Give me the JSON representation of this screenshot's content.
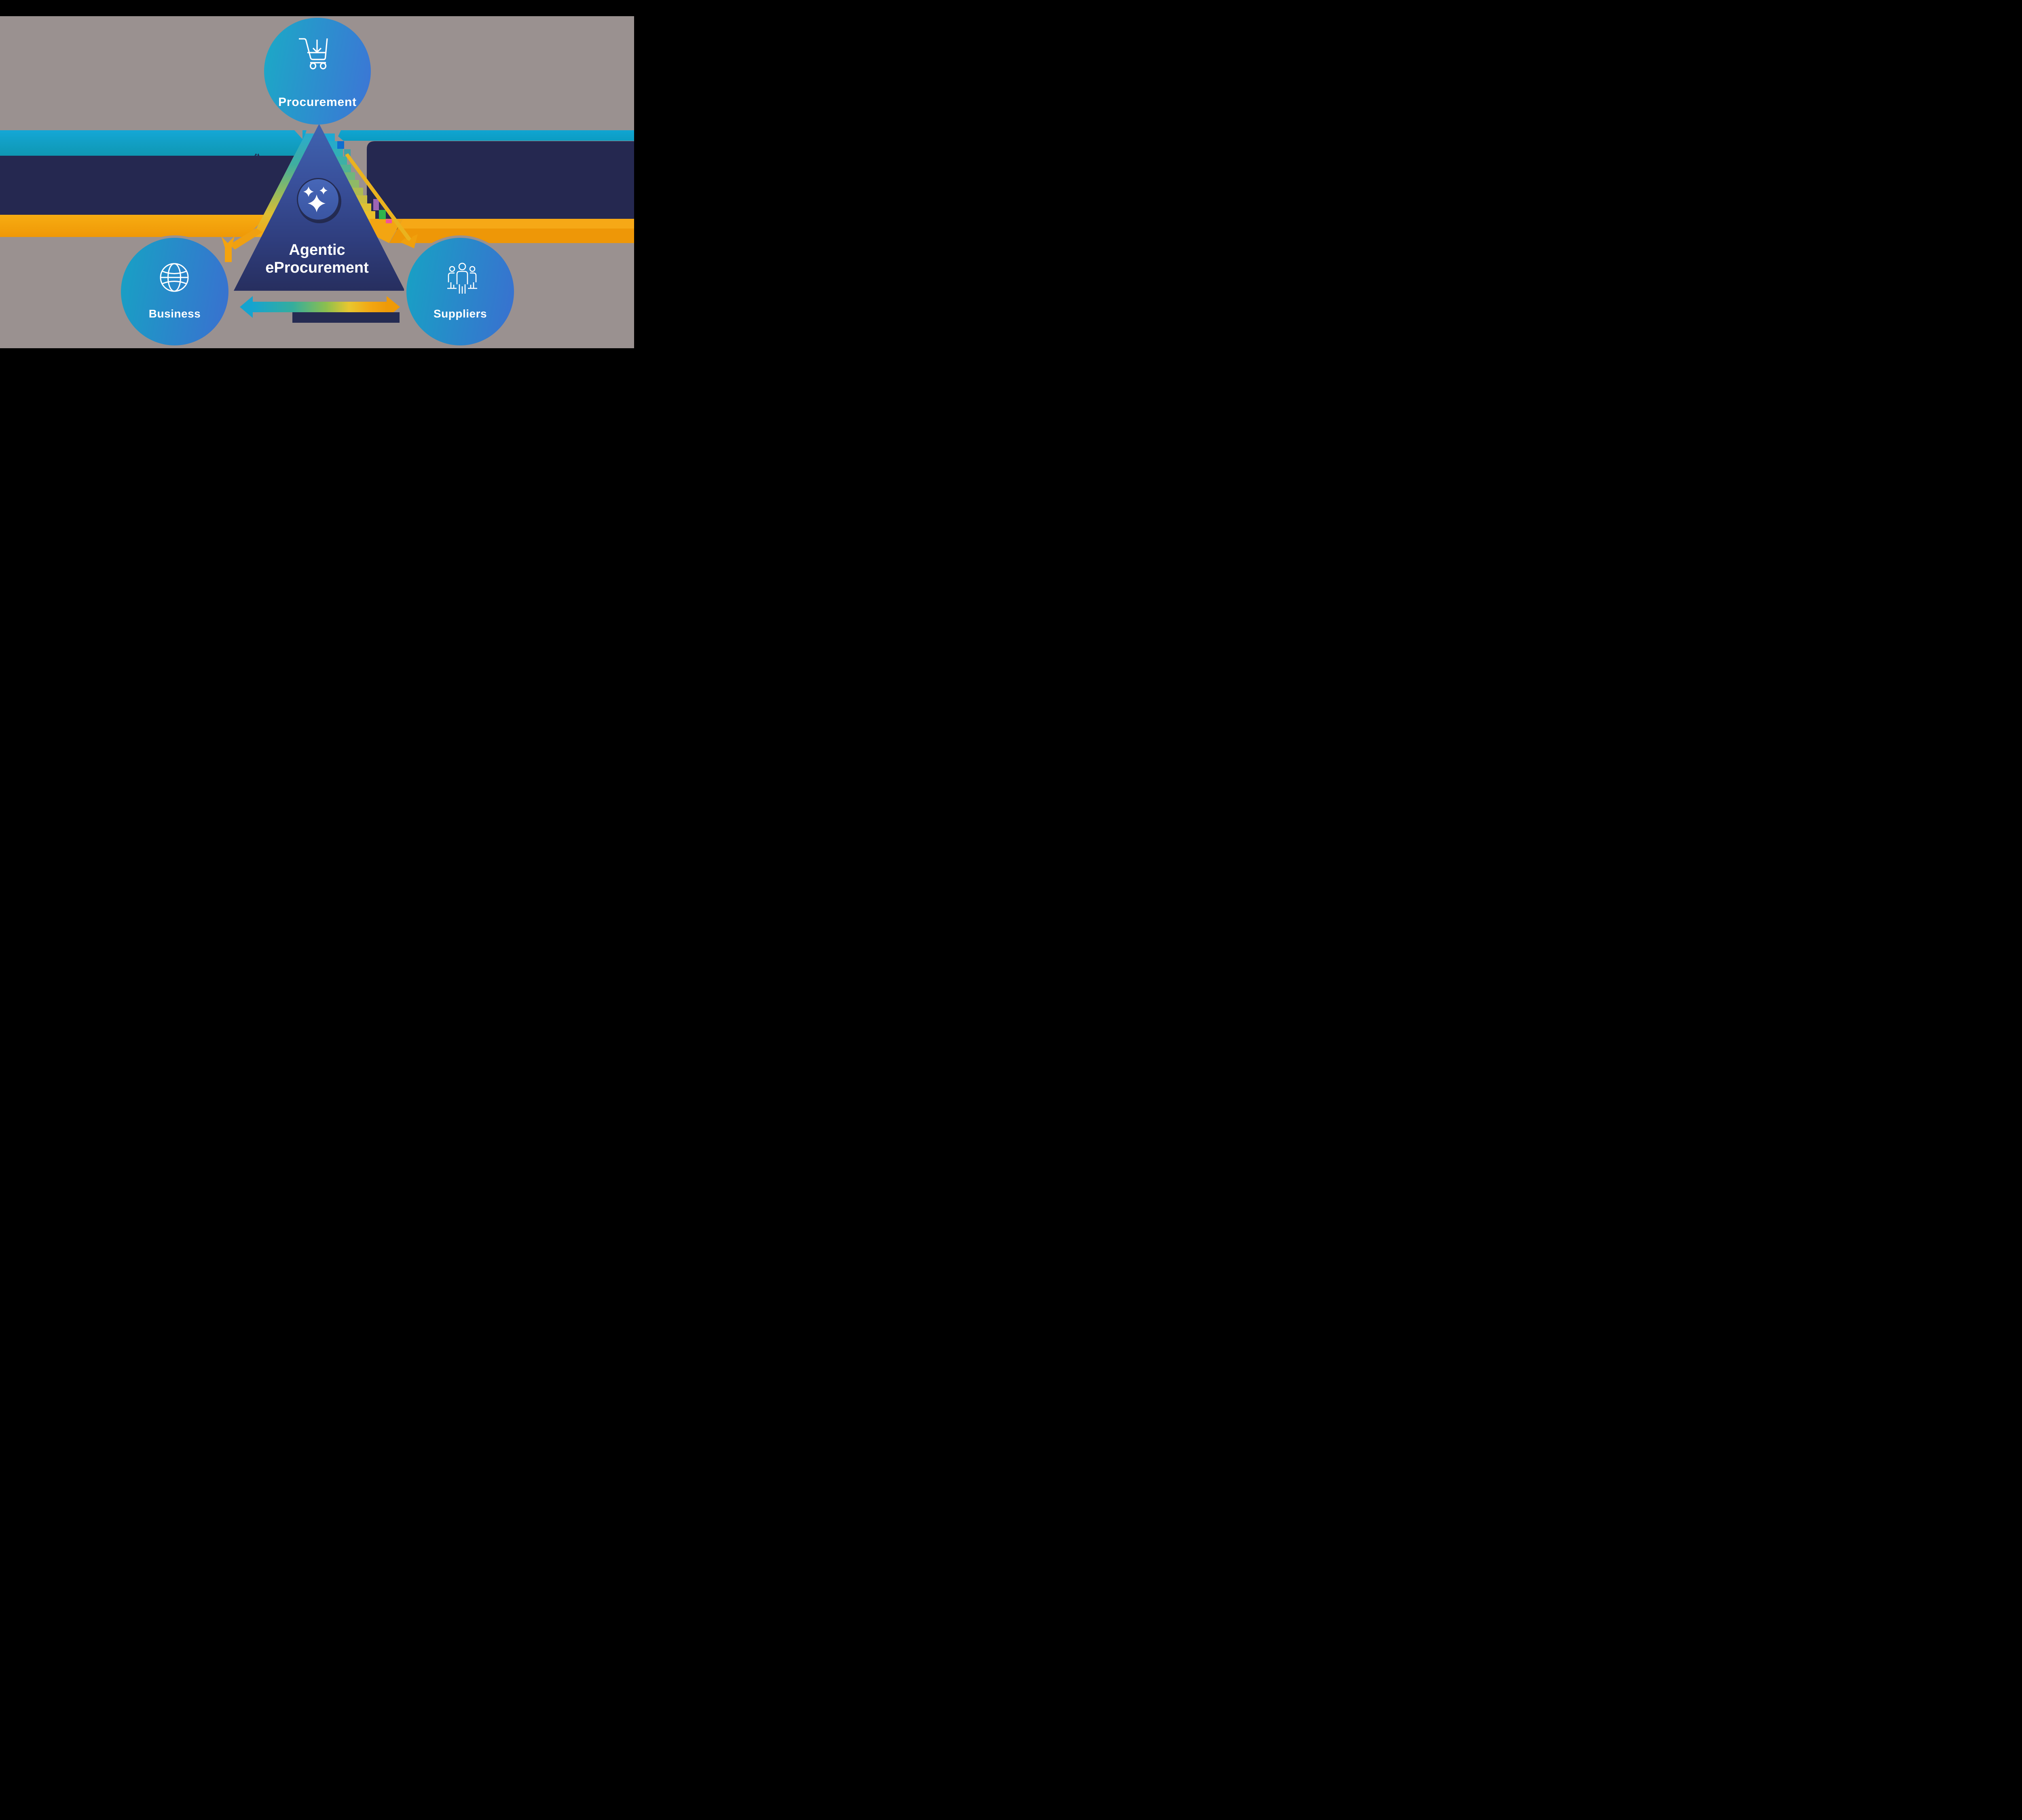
{
  "background": {
    "canvas": "#9a9190",
    "letterbox": "#000000"
  },
  "palette": {
    "cyan_band": "#10a3cc",
    "navy_block": "#252850",
    "orange_band_light": "#f6a816",
    "orange_band_dark": "#ee9607",
    "triangle_top": "#3f65b2",
    "triangle_bottom": "#262d5c",
    "node_gradient_left": "#18a6c6",
    "node_gradient_right": "#3d74d6",
    "badge_fill": "#3e5eae",
    "badge_ring": "#242b52",
    "glitch_blue": "#0d6ed0",
    "glitch_teal": "#419fa8",
    "glitch_purple": "#9c64b4",
    "glitch_green": "#2fb44c",
    "glitch_pink": "#f1539b",
    "text": "#ffffff"
  },
  "core": {
    "line1": "Agentic",
    "line2": "eProcurement",
    "icon": "ai-sparkles-icon"
  },
  "nodes": {
    "procurement": {
      "label": "Procurement",
      "icon": "cart-download-icon"
    },
    "business": {
      "label": "Business",
      "icon": "globe-icon"
    },
    "suppliers": {
      "label": "Suppliers",
      "icon": "team-people-icon"
    }
  }
}
